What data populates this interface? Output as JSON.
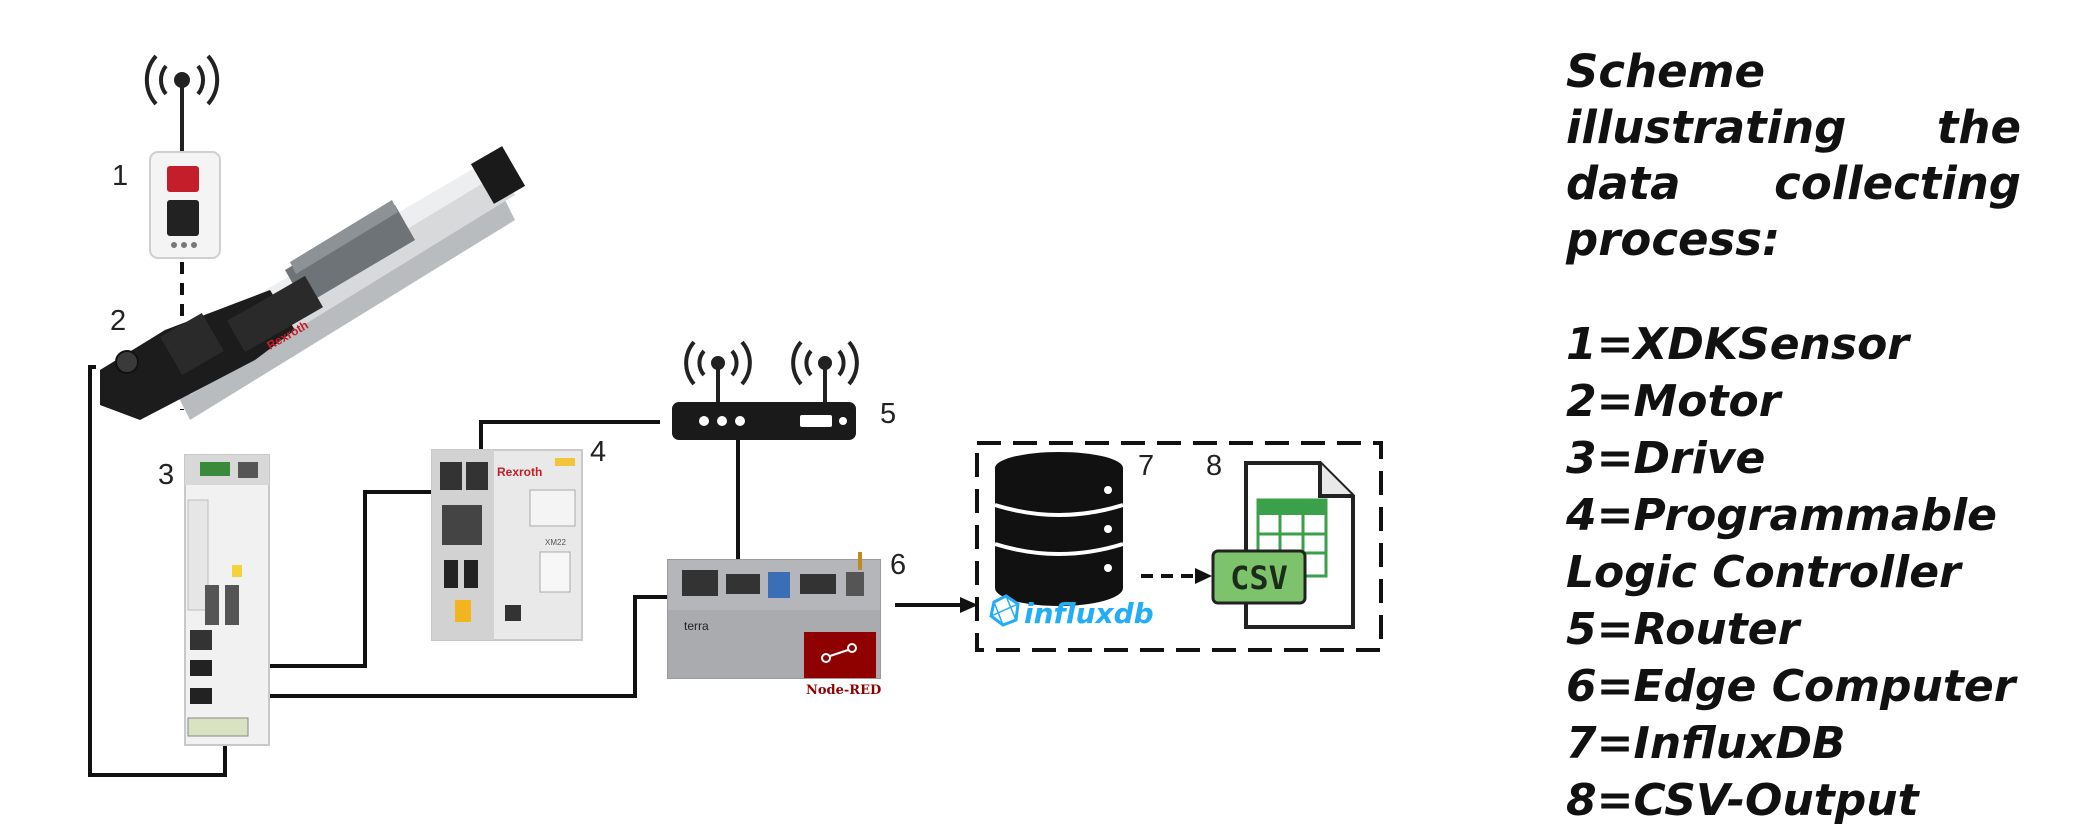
{
  "legend": {
    "title": "Scheme illustrating the data collecting process:",
    "items": [
      " 1=XDKSensor",
      " 2=Motor",
      " 3=Drive",
      " 4=Programmable",
      "Logic Controller",
      "5=Router",
      " 6=Edge Computer",
      " 7=InfluxDB",
      " 8=CSV-Output"
    ]
  },
  "labels": {
    "n1": "1",
    "n2": "2",
    "n3": "3",
    "n4": "4",
    "n5": "5",
    "n6": "6",
    "n7": "7",
    "n8": "8"
  },
  "device_text": {
    "rexroth_actuator": "Rexroth",
    "rexroth_plc": "Rexroth",
    "plc_model": "XM22",
    "edge_brand": "terra",
    "node_red": "Node-RED",
    "influx": "influxdb",
    "csv": "CSV"
  },
  "colors": {
    "line": "#111111",
    "influx_blue": "#22adf6",
    "csv_green": "#7cc36c",
    "sheet_green": "#3aa04a",
    "node_red": "#8f0000",
    "sensor_red": "#c41e2a"
  }
}
